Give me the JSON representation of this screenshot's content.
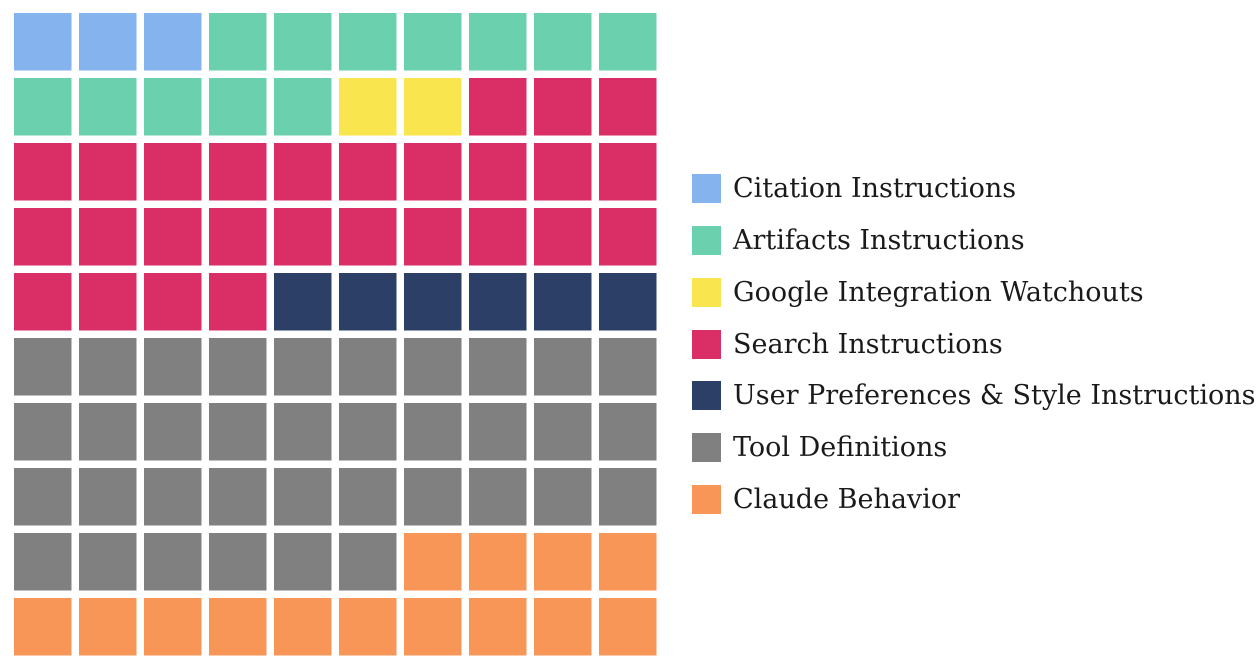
{
  "chart_data": {
    "type": "waffle",
    "grid": {
      "rows": 10,
      "cols": 10
    },
    "fill_order": "row-major from top-left",
    "legend_position": "right",
    "categories": [
      {
        "name": "Citation Instructions",
        "count": 3,
        "color": "#85b3ee"
      },
      {
        "name": "Artifacts Instructions",
        "count": 12,
        "color": "#6bd0ae"
      },
      {
        "name": "Google Integration Watchouts",
        "count": 2,
        "color": "#f9e64e"
      },
      {
        "name": "Search Instructions",
        "count": 27,
        "color": "#d92e66"
      },
      {
        "name": "User Preferences & Style Instructions",
        "count": 6,
        "color": "#2b3f67"
      },
      {
        "name": "Tool Definitions",
        "count": 36,
        "color": "#808080"
      },
      {
        "name": "Claude Behavior",
        "count": 14,
        "color": "#f89658"
      }
    ]
  }
}
